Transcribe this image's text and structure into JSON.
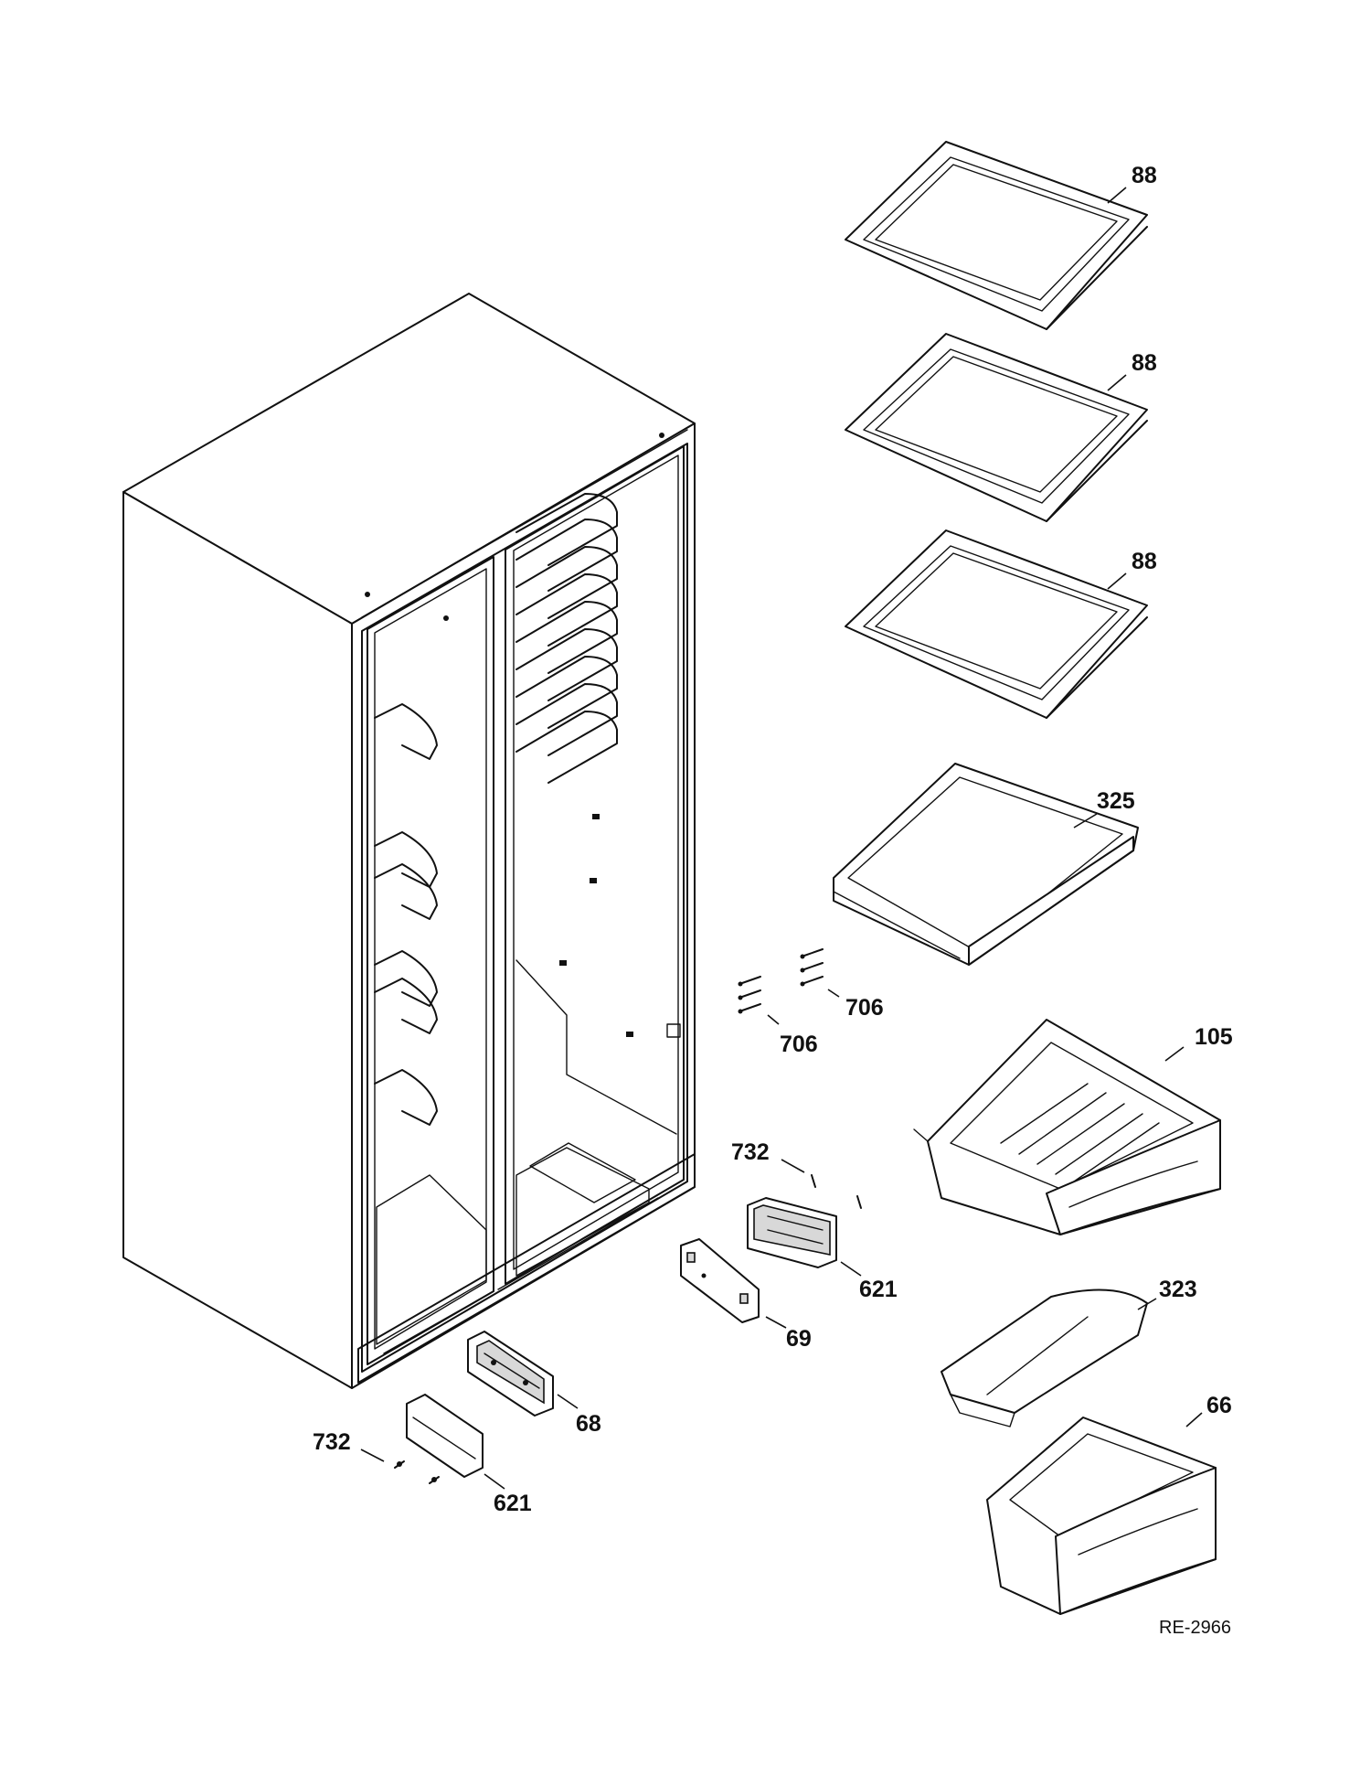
{
  "diagram": {
    "reference": "RE-2966",
    "callouts": [
      {
        "id": "shelf-1",
        "text": "88"
      },
      {
        "id": "shelf-2",
        "text": "88"
      },
      {
        "id": "shelf-3",
        "text": "88"
      },
      {
        "id": "shelf-pan-cover",
        "text": "325"
      },
      {
        "id": "pan-upper",
        "text": "105"
      },
      {
        "id": "pan-cover-lower",
        "text": "323"
      },
      {
        "id": "pan-lower",
        "text": "66"
      },
      {
        "id": "screws-upper",
        "text": "706"
      },
      {
        "id": "screws-lower",
        "text": "706"
      },
      {
        "id": "screws-mid",
        "text": "732"
      },
      {
        "id": "cover-mid",
        "text": "621"
      },
      {
        "id": "bracket-mid",
        "text": "69"
      },
      {
        "id": "bracket-lower",
        "text": "68"
      },
      {
        "id": "screws-bottom",
        "text": "732"
      },
      {
        "id": "cover-bottom",
        "text": "621"
      }
    ]
  }
}
